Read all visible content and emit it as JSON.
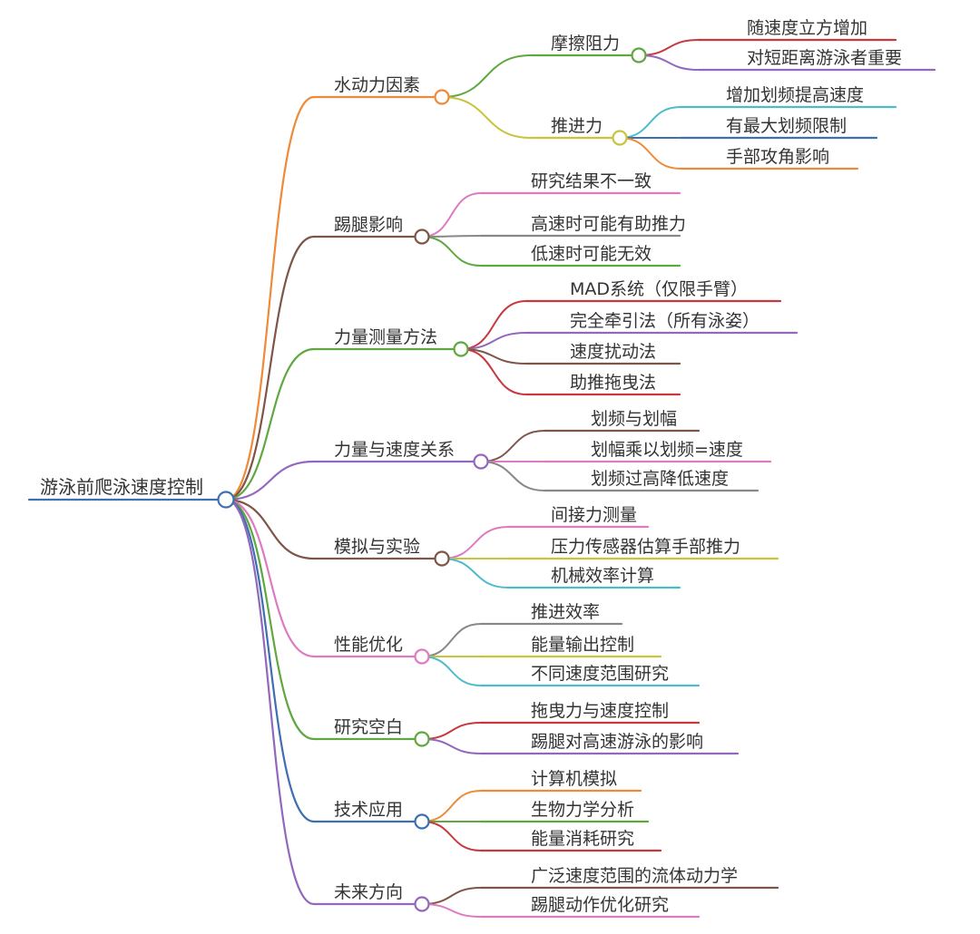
{
  "root": {
    "label": "游泳前爬泳速度控制",
    "color": "#3e6fb0"
  },
  "branches": [
    {
      "label": "水动力因素",
      "color": "#ee8a38",
      "children": [
        {
          "label": "摩擦阻力",
          "color": "#5fa73f",
          "children": [
            {
              "label": "随速度立方增加",
              "color": "#c8383f"
            },
            {
              "label": "对短距离游泳者重要",
              "color": "#9268bd"
            }
          ]
        },
        {
          "label": "推进力",
          "color": "#c7c43d",
          "children": [
            {
              "label": "增加划频提高速度",
              "color": "#4cbccb"
            },
            {
              "label": "有最大划频限制",
              "color": "#3e6fb0"
            },
            {
              "label": "手部攻角影响",
              "color": "#ee8a38"
            }
          ]
        }
      ]
    },
    {
      "label": "踢腿影响",
      "color": "#7e5548",
      "children": [
        {
          "label": "研究结果不一致",
          "color": "#de7ac0"
        },
        {
          "label": "高速时可能有助推力",
          "color": "#888888"
        },
        {
          "label": "低速时可能无效",
          "color": "#5fa73f"
        }
      ]
    },
    {
      "label": "力量测量方法",
      "color": "#5fa73f",
      "children": [
        {
          "label": "MAD系统（仅限手臂）",
          "color": "#c8383f"
        },
        {
          "label": "完全牵引法（所有泳姿）",
          "color": "#9268bd"
        },
        {
          "label": "速度扰动法",
          "color": "#7e5548"
        },
        {
          "label": "助推拖曳法",
          "color": "#c8383f"
        }
      ]
    },
    {
      "label": "力量与速度关系",
      "color": "#9268bd",
      "children": [
        {
          "label": "划频与划幅",
          "color": "#7e5548"
        },
        {
          "label": "划幅乘以划频=速度",
          "color": "#de7ac0"
        },
        {
          "label": "划频过高降低速度",
          "color": "#888888"
        }
      ]
    },
    {
      "label": "模拟与实验",
      "color": "#7e5548",
      "children": [
        {
          "label": "间接力测量",
          "color": "#de7ac0"
        },
        {
          "label": "压力传感器估算手部推力",
          "color": "#c7c43d"
        },
        {
          "label": "机械效率计算",
          "color": "#4cbccb"
        }
      ]
    },
    {
      "label": "性能优化",
      "color": "#de7ac0",
      "children": [
        {
          "label": "推进效率",
          "color": "#888888"
        },
        {
          "label": "能量输出控制",
          "color": "#c7c43d"
        },
        {
          "label": "不同速度范围研究",
          "color": "#4cbccb"
        }
      ]
    },
    {
      "label": "研究空白",
      "color": "#5fa73f",
      "children": [
        {
          "label": "拖曳力与速度控制",
          "color": "#c8383f"
        },
        {
          "label": "踢腿对高速游泳的影响",
          "color": "#9268bd"
        }
      ]
    },
    {
      "label": "技术应用",
      "color": "#3e6fb0",
      "children": [
        {
          "label": "计算机模拟",
          "color": "#ee8a38"
        },
        {
          "label": "生物力学分析",
          "color": "#5fa73f"
        },
        {
          "label": "能量消耗研究",
          "color": "#c8383f"
        }
      ]
    },
    {
      "label": "未来方向",
      "color": "#9268bd",
      "children": [
        {
          "label": "广泛速度范围的流体动力学",
          "color": "#7e5548"
        },
        {
          "label": "踢腿动作优化研究",
          "color": "#de7ac0"
        }
      ]
    }
  ]
}
